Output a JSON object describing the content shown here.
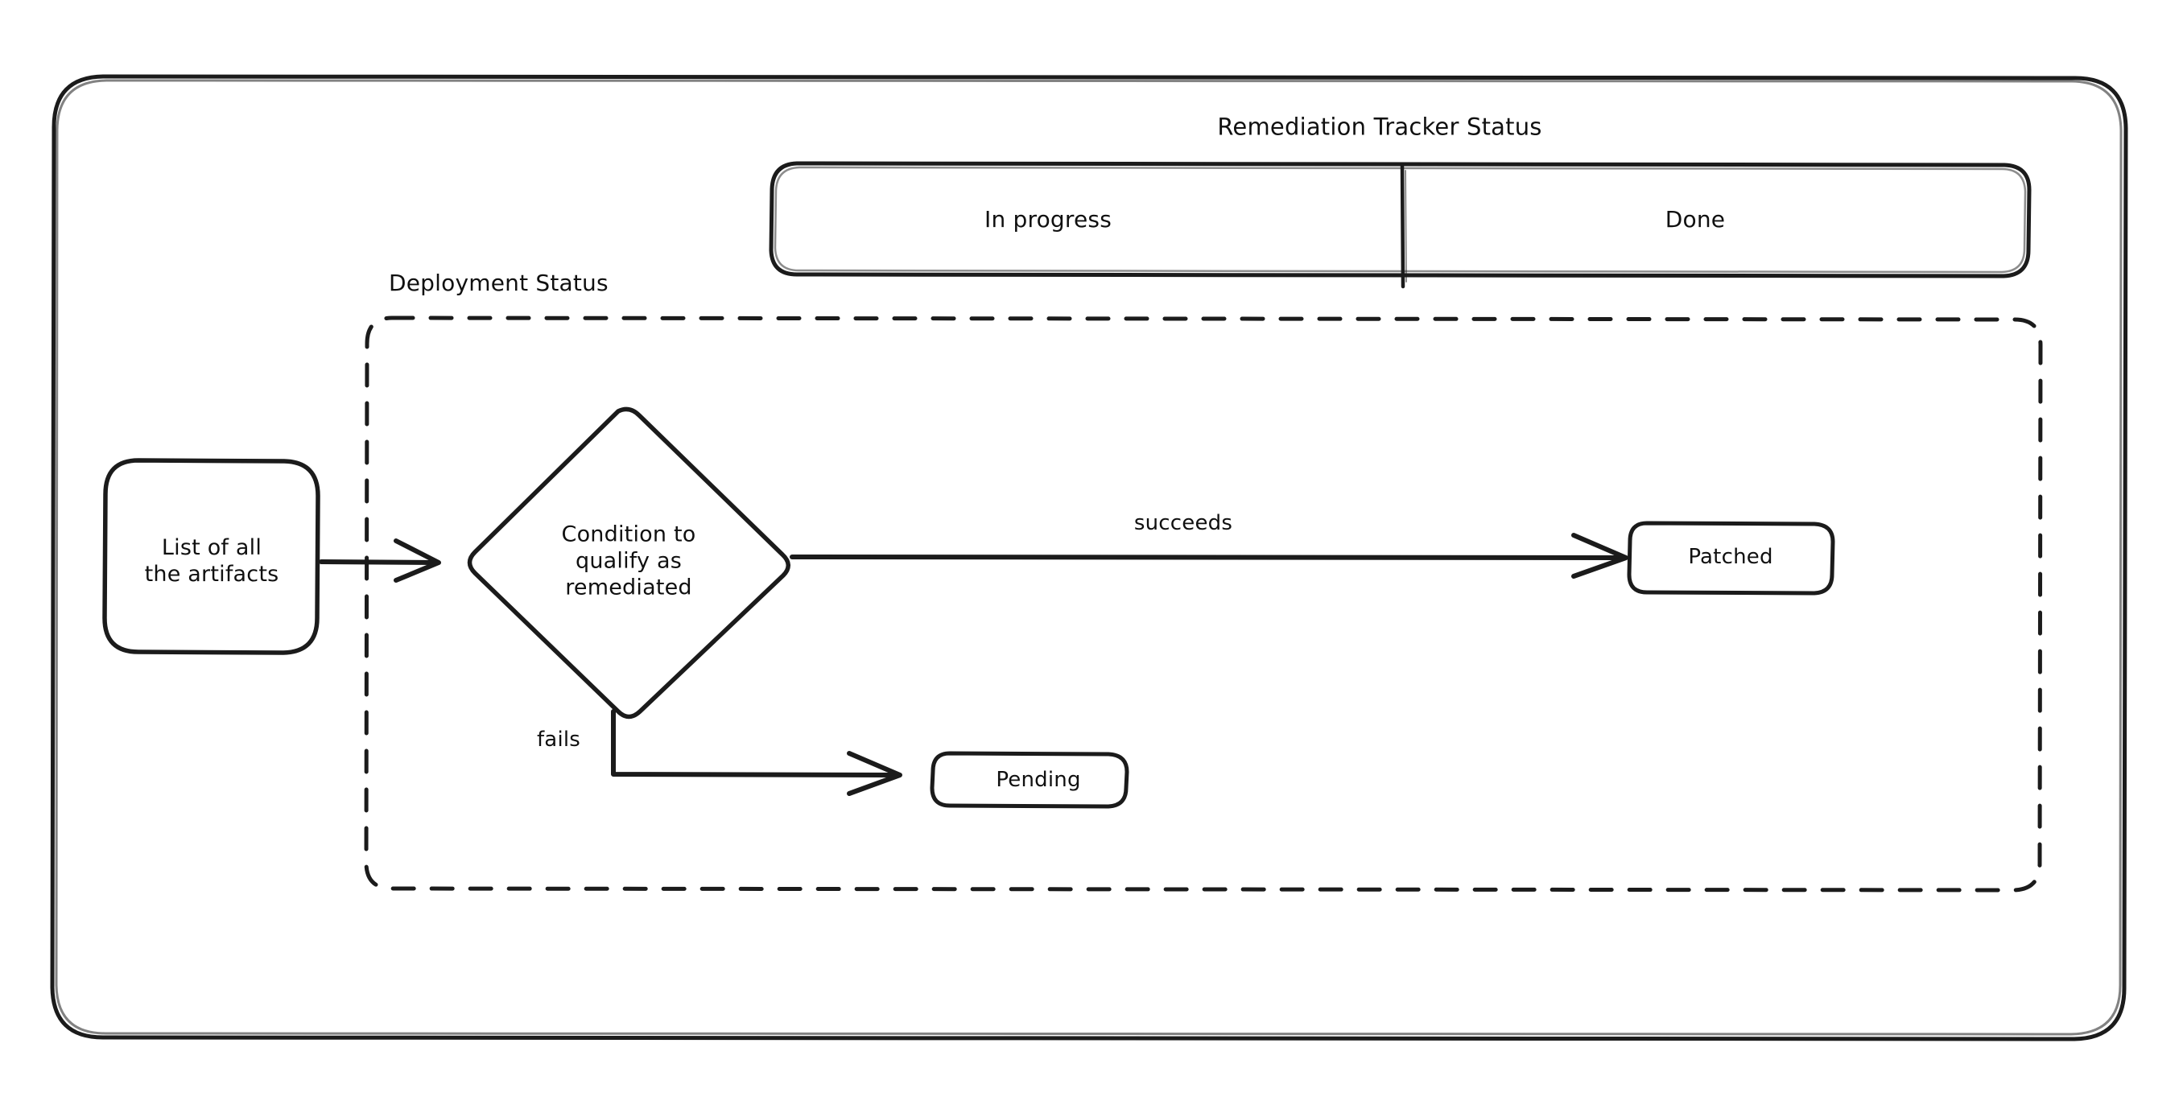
{
  "diagram": {
    "title": "Remediation Tracker Status",
    "background_color": "#ffffff",
    "stroke_color": "#1b1b1b",
    "text_color": "#101010",
    "style": "hand-drawn"
  },
  "swimlane": {
    "label": "Remediation Tracker Status",
    "lanes": [
      {
        "label": "In progress"
      },
      {
        "label": "Done"
      }
    ]
  },
  "group": {
    "label": "Deployment Status",
    "border_style": "dashed"
  },
  "nodes": [
    {
      "id": "artifacts",
      "label": "List of all\nthe artifacts",
      "shape": "rounded-rect"
    },
    {
      "id": "condition",
      "label": "Condition to\nqualify as\nremediated",
      "shape": "diamond"
    },
    {
      "id": "patched",
      "label": "Patched",
      "shape": "rounded-rect"
    },
    {
      "id": "pending",
      "label": "Pending",
      "shape": "rounded-rect"
    }
  ],
  "edges": [
    {
      "from": "artifacts",
      "to": "condition",
      "label": ""
    },
    {
      "from": "condition",
      "to": "patched",
      "label": "succeeds"
    },
    {
      "from": "condition",
      "to": "pending",
      "label": "fails"
    }
  ]
}
